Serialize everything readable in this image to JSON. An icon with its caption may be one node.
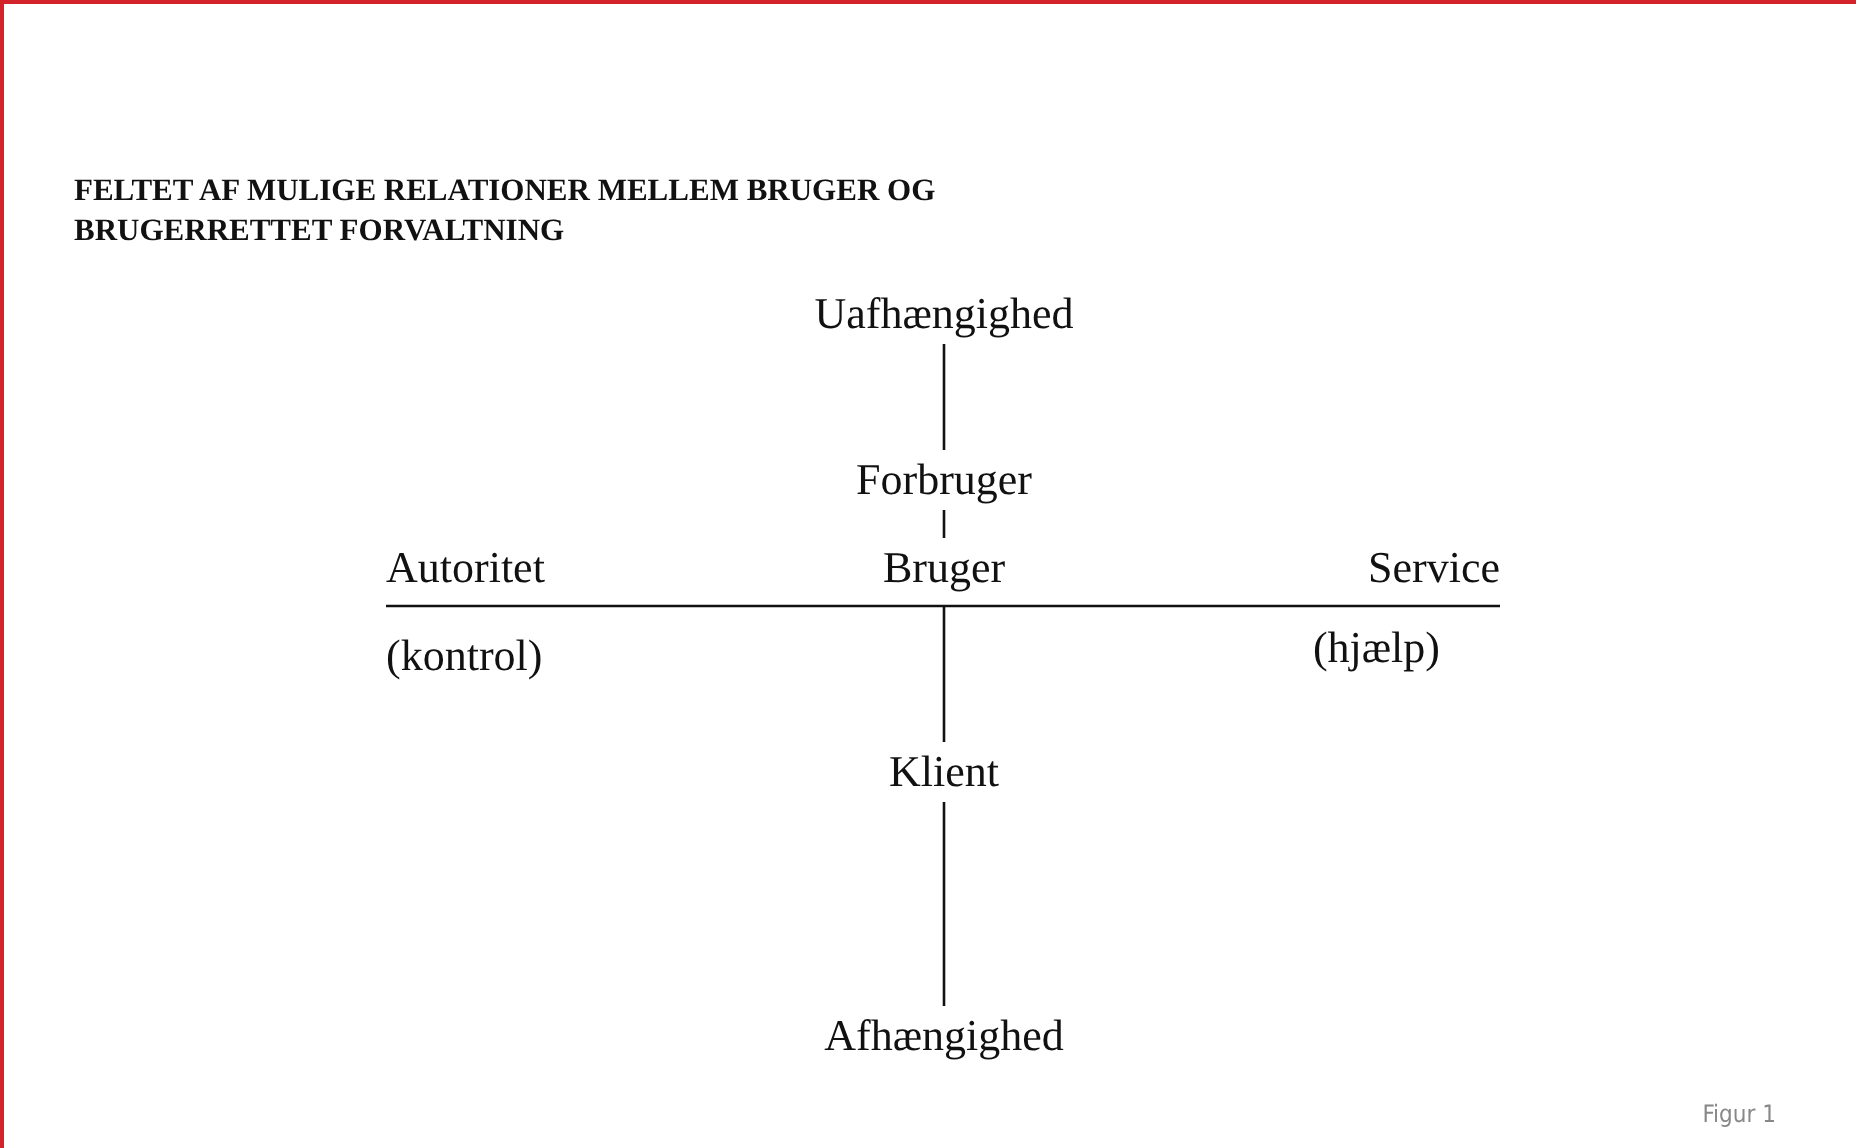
{
  "diagram": {
    "title": "FELTET AF MULIGE RELATIONER MELLEM BRUGER OG BRUGERRETTET FORVALTNING",
    "nodes": [
      {
        "text": [
          "Uafhængighed"
        ]
      },
      {
        "text": [
          "Forbruger"
        ]
      },
      {
        "text": [
          "Bruger"
        ]
      },
      {
        "text": [
          "Klient"
        ]
      },
      {
        "text": [
          "Afhængighed"
        ]
      },
      {
        "text": [
          "Autoritet"
        ],
        "beside": [
          "(kontrol)"
        ]
      },
      {
        "text": [
          "Service"
        ],
        "beside": [
          "(hjælp)"
        ]
      }
    ],
    "edges": [
      {
        "from": 0,
        "to": 1,
        "arrow": "none"
      },
      {
        "from": 1,
        "to": 2,
        "arrow": "none"
      },
      {
        "from": 2,
        "to": 3,
        "arrow": "none"
      },
      {
        "from": 3,
        "to": 4,
        "arrow": "none"
      }
    ],
    "labels": [
      "Figur 1"
    ]
  }
}
